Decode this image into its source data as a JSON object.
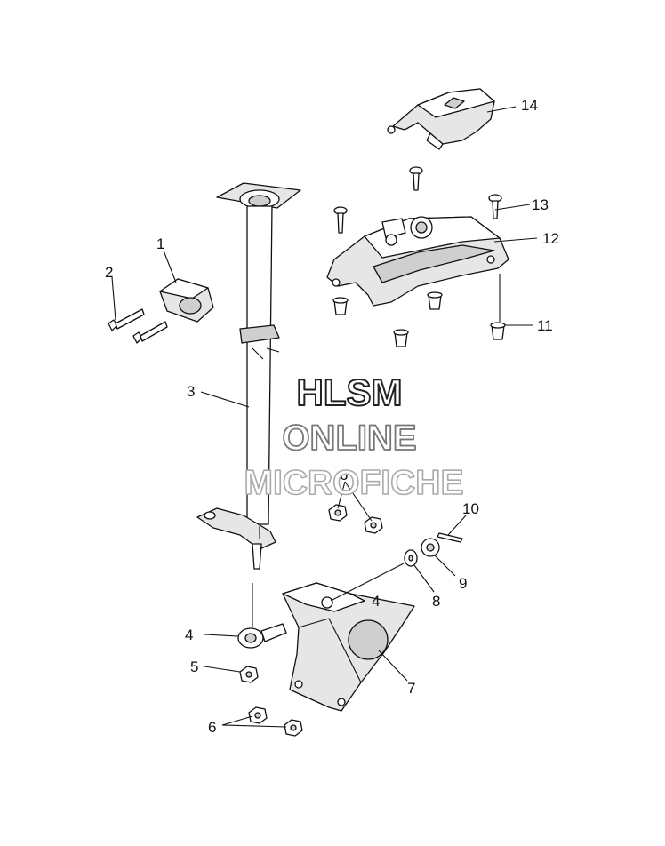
{
  "callouts": {
    "c1": "1",
    "c2": "2",
    "c3": "3",
    "c4a": "4",
    "c4b": "4",
    "c5": "5",
    "c6a": "6",
    "c6b": "6",
    "c7": "7",
    "c8": "8",
    "c9": "9",
    "c10": "10",
    "c11": "11",
    "c12": "12",
    "c13": "13",
    "c14": "14"
  },
  "watermark": {
    "line1": "HLSM",
    "line2": "ONLINE",
    "line3": "MICROFICHE"
  },
  "colors": {
    "line": "#111111",
    "watermark_stroke": "#555555",
    "part_shade": "#e6e6e6"
  }
}
